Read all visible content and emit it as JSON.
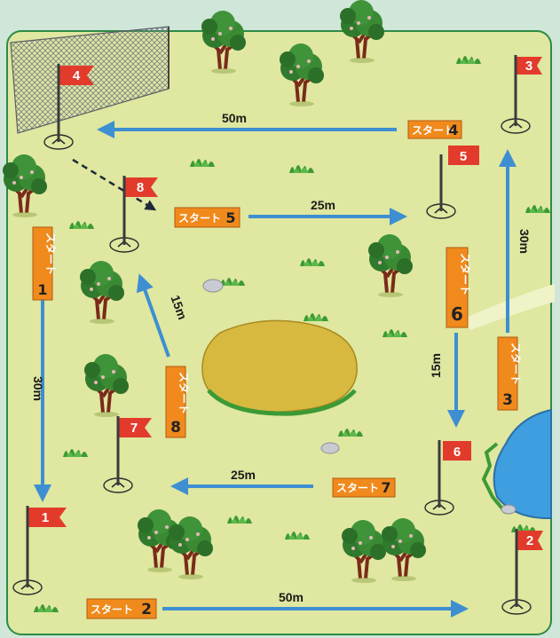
{
  "colors": {
    "background_frame": "#cfe6d8",
    "grass": "#dfe7a0",
    "arrow_blue": "#3e8fd1",
    "flag_red": "#e23b2c",
    "start_orange": "#f08a1c",
    "pond": "#3e9ee0",
    "sand": "#d8b940"
  },
  "flags": [
    {
      "id": "flag-1",
      "number": "1"
    },
    {
      "id": "flag-2",
      "number": "2"
    },
    {
      "id": "flag-3",
      "number": "3"
    },
    {
      "id": "flag-4",
      "number": "4"
    },
    {
      "id": "flag-5",
      "number": "5"
    },
    {
      "id": "flag-6",
      "number": "6"
    },
    {
      "id": "flag-7",
      "number": "7"
    },
    {
      "id": "flag-8",
      "number": "8"
    }
  ],
  "starts": [
    {
      "id": "start-1",
      "label": "スタート",
      "number": "1"
    },
    {
      "id": "start-2",
      "label": "スタート",
      "number": "2"
    },
    {
      "id": "start-3",
      "label": "スタート",
      "number": "3"
    },
    {
      "id": "start-4",
      "label": "スタート",
      "number": "4"
    },
    {
      "id": "start-5",
      "label": "スタート",
      "number": "5"
    },
    {
      "id": "start-6",
      "label": "スタート",
      "number": "6"
    },
    {
      "id": "start-7",
      "label": "スタート",
      "number": "7"
    },
    {
      "id": "start-8",
      "label": "スタート",
      "number": "8"
    }
  ],
  "distances": [
    {
      "id": "dist-1",
      "text": "30m"
    },
    {
      "id": "dist-2",
      "text": "50m"
    },
    {
      "id": "dist-3",
      "text": "30m"
    },
    {
      "id": "dist-4",
      "text": "50m"
    },
    {
      "id": "dist-5",
      "text": "25m"
    },
    {
      "id": "dist-6",
      "text": "15m"
    },
    {
      "id": "dist-7",
      "text": "25m"
    },
    {
      "id": "dist-8",
      "text": "15m"
    }
  ]
}
